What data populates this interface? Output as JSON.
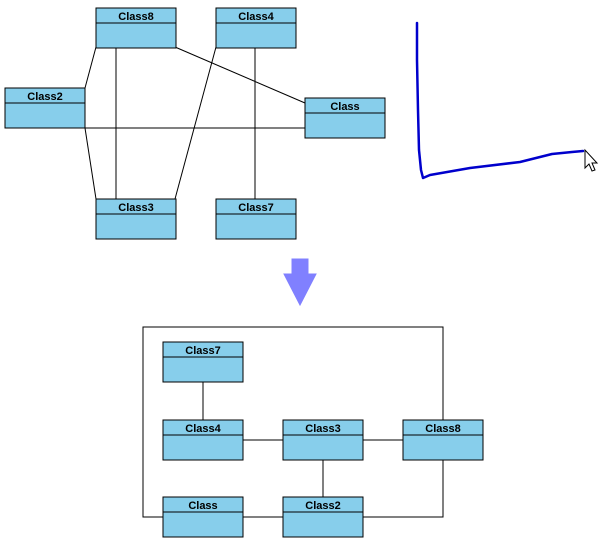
{
  "diagram_top": {
    "classes": {
      "class8": "Class8",
      "class4": "Class4",
      "class2": "Class2",
      "class": "Class",
      "class3": "Class3",
      "class7": "Class7"
    }
  },
  "diagram_bottom": {
    "classes": {
      "class7": "Class7",
      "class4": "Class4",
      "class3": "Class3",
      "class8": "Class8",
      "class": "Class",
      "class2": "Class2"
    }
  },
  "colors": {
    "class_fill": "#87ceeb",
    "sketch_stroke": "#0000cc",
    "arrow_fill": "#8080ff"
  },
  "icons": {
    "cursor": "mouse-pointer-icon",
    "transform": "arrow-down-icon"
  }
}
